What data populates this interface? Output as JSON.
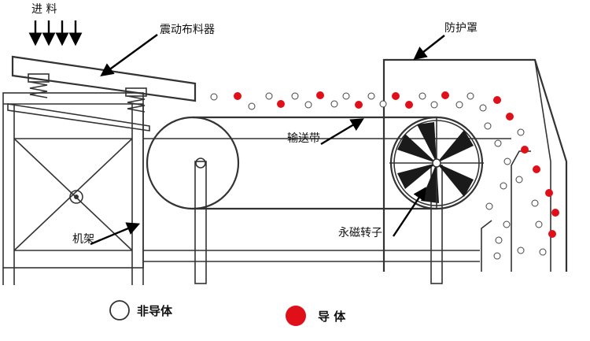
{
  "feed_label": "进 料",
  "labels": {
    "vibrating_feeder": "震动布料器",
    "protective_cover": "防护罩",
    "conveyor_belt": "输送带",
    "frame": "机架",
    "magnetic_rotor": "永磁转子"
  },
  "legend": {
    "non_conductor": "非导体",
    "conductor": "导 体"
  },
  "colors": {
    "conductor": "#e0101b",
    "non_conductor": "#ffffff",
    "outline": "#333333",
    "rotor_blade": "#1a1a1a"
  }
}
